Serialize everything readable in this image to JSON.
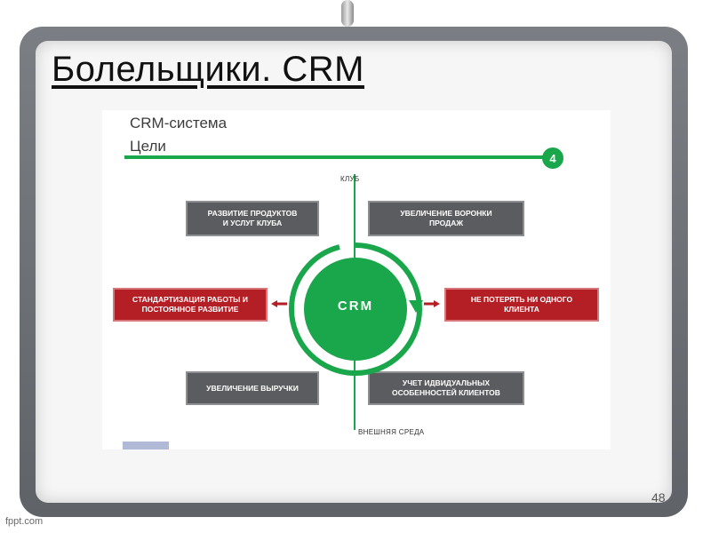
{
  "slide": {
    "title": "Болельщики. CRM",
    "page_number": "48",
    "credit": "fppt.com"
  },
  "diagram": {
    "heading_line1": "CRM-система",
    "heading_line2": "Цели",
    "step_number": "4",
    "top_caption": "КЛУБ",
    "bottom_caption": "ВНЕШНЯЯ СРЕДА",
    "center_label": "CRM",
    "boxes": {
      "top_left": "РАЗВИТИЕ ПРОДУКТОВ\nИ УСЛУГ КЛУБА",
      "top_right": "УВЕЛИЧЕНИЕ ВОРОНКИ\nПРОДАЖ",
      "mid_left": "СТАНДАРТИЗАЦИЯ РАБОТЫ И\nПОСТОЯННОЕ РАЗВИТИЕ",
      "mid_right": "НЕ ПОТЕРЯТЬ НИ ОДНОГО\nКЛИЕНТА",
      "bottom_left": "УВЕЛИЧЕНИЕ ВЫРУЧКИ",
      "bottom_right": "УЧЕТ ИДВИДУАЛЬНЫХ\nОСОБЕННОСТЕЙ КЛИЕНТОВ"
    },
    "colors": {
      "green": "#1aa64a",
      "grey_box": "#5b5c5f",
      "red_box": "#b31f24"
    }
  }
}
